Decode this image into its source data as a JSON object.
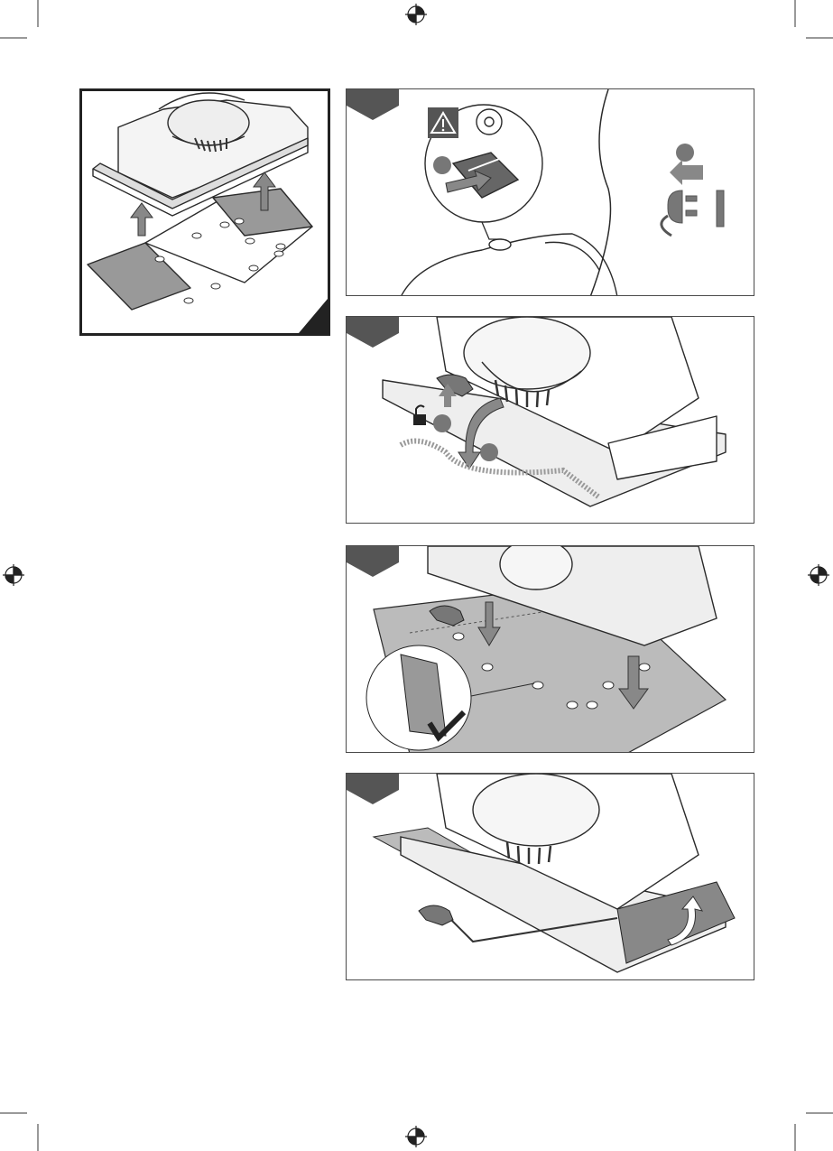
{
  "page": {
    "background": "#ffffff",
    "line_color": "#2a2a2a",
    "step_tab_color": "#555555",
    "paper_color": "#b8b8b8"
  },
  "crop_marks": [
    "top-left",
    "top-right",
    "bottom-left",
    "bottom-right"
  ],
  "registration_marks": [
    "top-center",
    "left-middle",
    "right-middle",
    "bottom-center"
  ],
  "overview": {
    "subject": "sander-base-with-sanding-sheet-removal",
    "icons": [
      "arrow-up-icon",
      "arrow-up-icon"
    ]
  },
  "steps": [
    {
      "id": "step-1",
      "icons": [
        "warning-icon",
        "switch-off-icon",
        "unplug-icon"
      ]
    },
    {
      "id": "step-2",
      "icons": [
        "unlock-icon",
        "rotate-arrow-icon",
        "clamp-lever-icon"
      ]
    },
    {
      "id": "step-3",
      "icons": [
        "arrow-down-icon",
        "checkmark-icon",
        "dust-holes-detail-icon"
      ]
    },
    {
      "id": "step-4",
      "icons": [
        "fold-arrow-icon",
        "clamp-lever-icon"
      ]
    }
  ]
}
